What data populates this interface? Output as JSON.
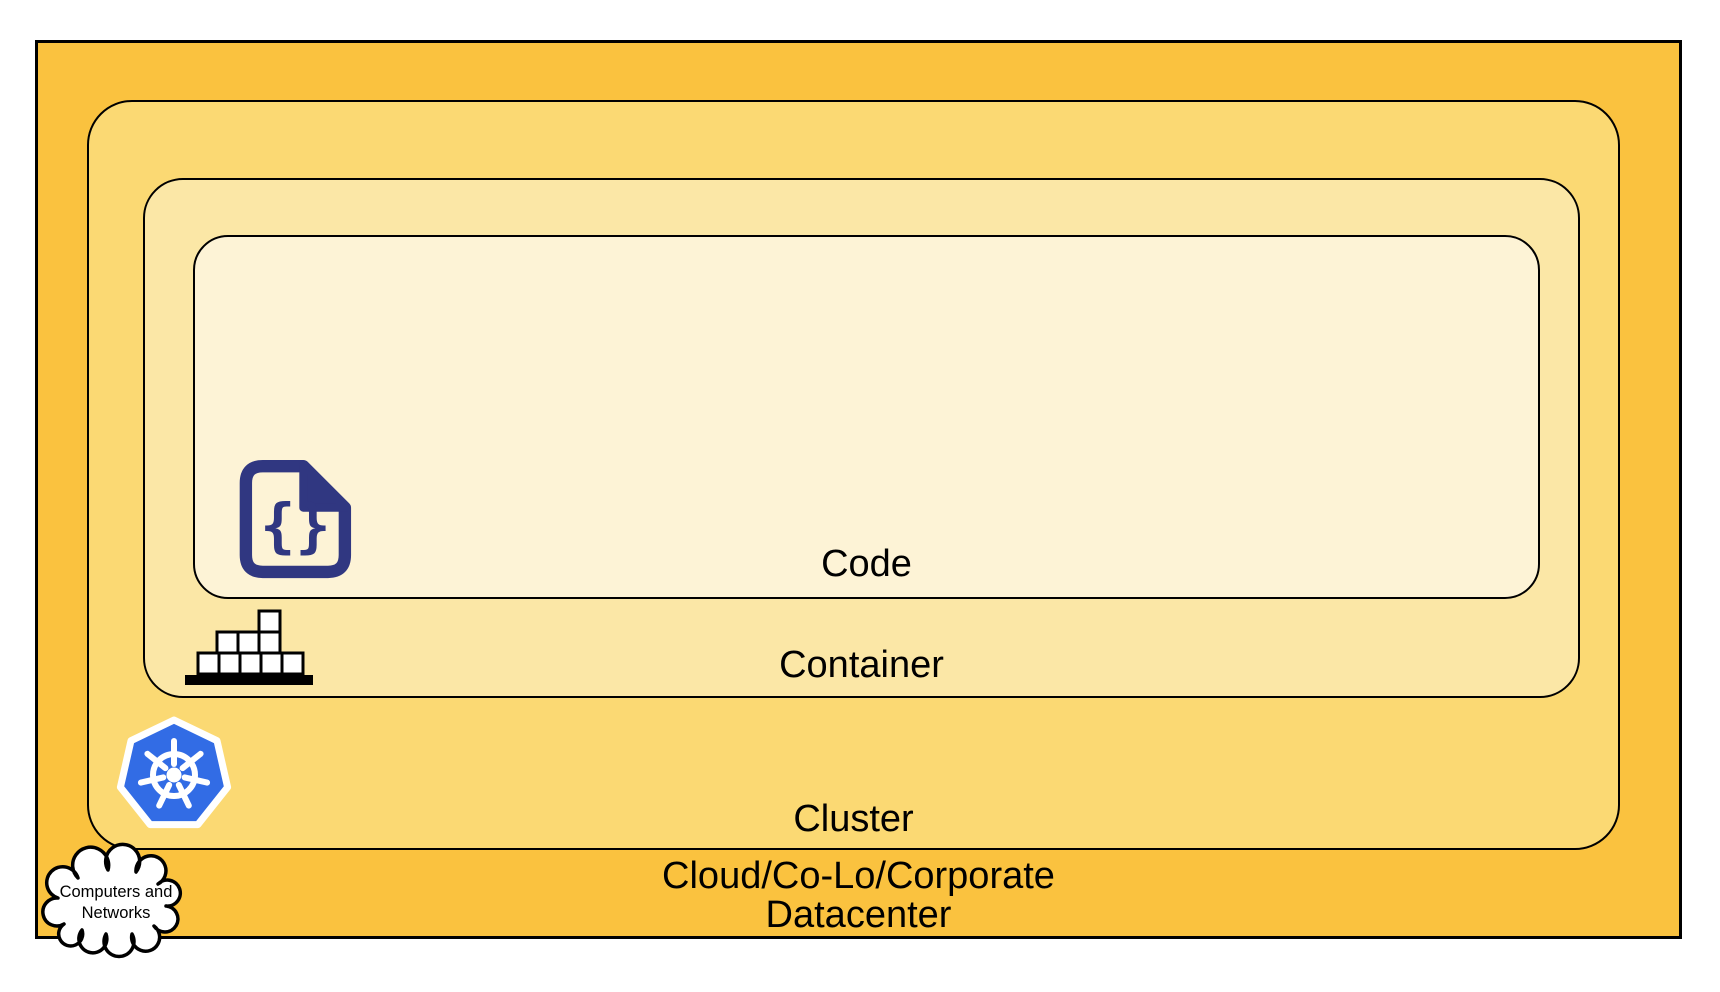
{
  "layers": {
    "datacenter": {
      "label_line1": "Cloud/Co-Lo/Corporate",
      "label_line2": "Datacenter",
      "fill": "#FAC23F",
      "icon": "cloud-icon"
    },
    "cluster": {
      "label": "Cluster",
      "fill": "#FBD973",
      "icon": "kubernetes-icon"
    },
    "container": {
      "label": "Container",
      "fill": "#FBE7A6",
      "icon": "container-stack-icon"
    },
    "code": {
      "label": "Code",
      "fill": "#FDF3D6",
      "icon": "code-file-icon"
    }
  },
  "cloud_callout": {
    "line1": "Computers and",
    "line2": "Networks"
  },
  "icons": {
    "code_glyph": "{}",
    "names": [
      "code-file-icon",
      "container-stack-icon",
      "kubernetes-icon",
      "cloud-icon"
    ]
  },
  "colors": {
    "border": "#000000",
    "datacenter_fill": "#FAC23F",
    "cluster_fill": "#FBD973",
    "container_fill": "#FBE7A6",
    "code_fill": "#FDF3D6",
    "kubernetes_blue": "#326CE5",
    "code_icon_navy": "#303781",
    "icon_box_white": "#FFFFFF",
    "canvas_background": "#FFFFFF",
    "text": "#000000"
  }
}
